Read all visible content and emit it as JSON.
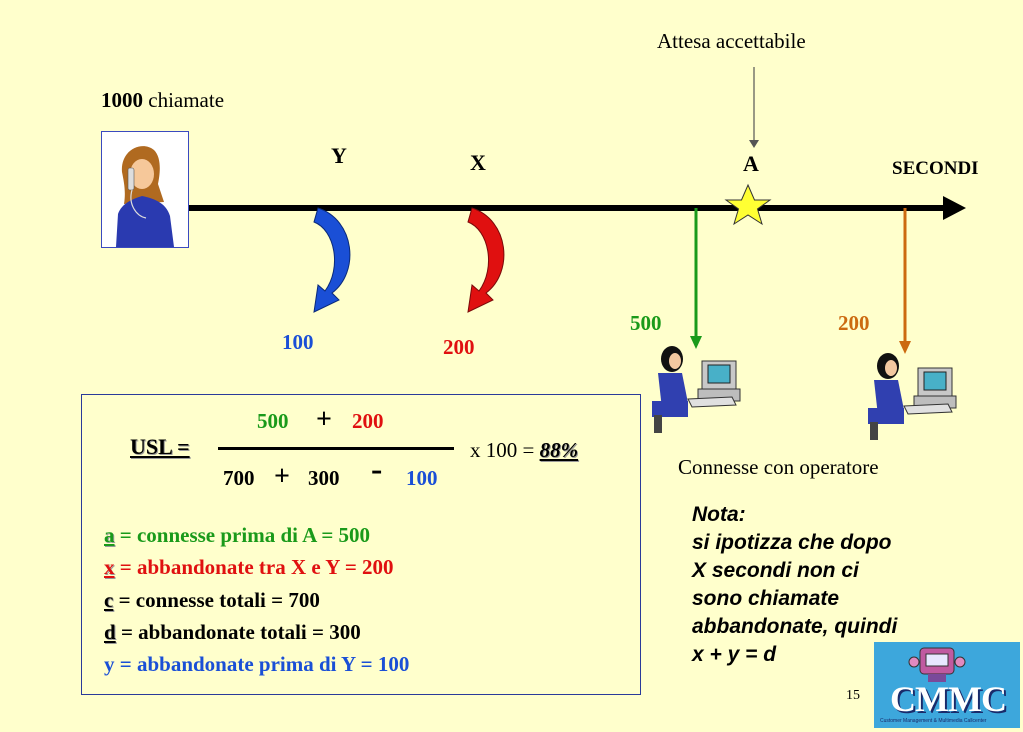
{
  "header": {
    "calls_count": "1000",
    "calls_label": "chiamate",
    "acceptable_wait": "Attesa accettabile"
  },
  "timeline": {
    "point_y": "Y",
    "point_x": "X",
    "point_a": "A",
    "axis_label": "SECONDI",
    "abandon_y": "100",
    "abandon_x": "200",
    "connected_before_a": "500",
    "connected_after_a": "200",
    "connected_caption": "Connesse con operatore"
  },
  "formula": {
    "lhs": "USL =",
    "num_a": "500",
    "num_plus": "+",
    "num_b": "200",
    "den_a": "700",
    "den_plus": "+",
    "den_b": "300",
    "den_minus": "-",
    "den_c": "100",
    "times": "x 100 =",
    "result": "88%"
  },
  "legend": [
    {
      "key": "a",
      "text": " = connesse prima di A = 500",
      "color": "#1a9a1a"
    },
    {
      "key": "x",
      "text": " = abbandonate tra X e Y = 200",
      "color": "#e01010"
    },
    {
      "key": "c",
      "text": " = connesse totali = 700",
      "color": "#000000"
    },
    {
      "key": "d",
      "text": " = abbandonate totali = 300",
      "color": "#000000"
    },
    {
      "key": "",
      "text": "y = abbandonate prima di Y = 100",
      "color": "#1a4fd6"
    }
  ],
  "nota": {
    "title": "Nota:",
    "lines": [
      "si ipotizza che dopo",
      "X secondi non ci",
      "sono chiamate",
      "abbandonate, quindi",
      "x + y = d"
    ]
  },
  "page_number": "15",
  "logo": {
    "name": "CMMC",
    "tagline": "Customer Management & Multimedia Callcenter"
  },
  "colors": {
    "background": "#ffffcc",
    "blue": "#1a4fd6",
    "red": "#e01010",
    "green": "#1a9a1a",
    "orange": "#cc6a10",
    "star": "#ffff33",
    "logo_bg": "#3da7dc"
  }
}
